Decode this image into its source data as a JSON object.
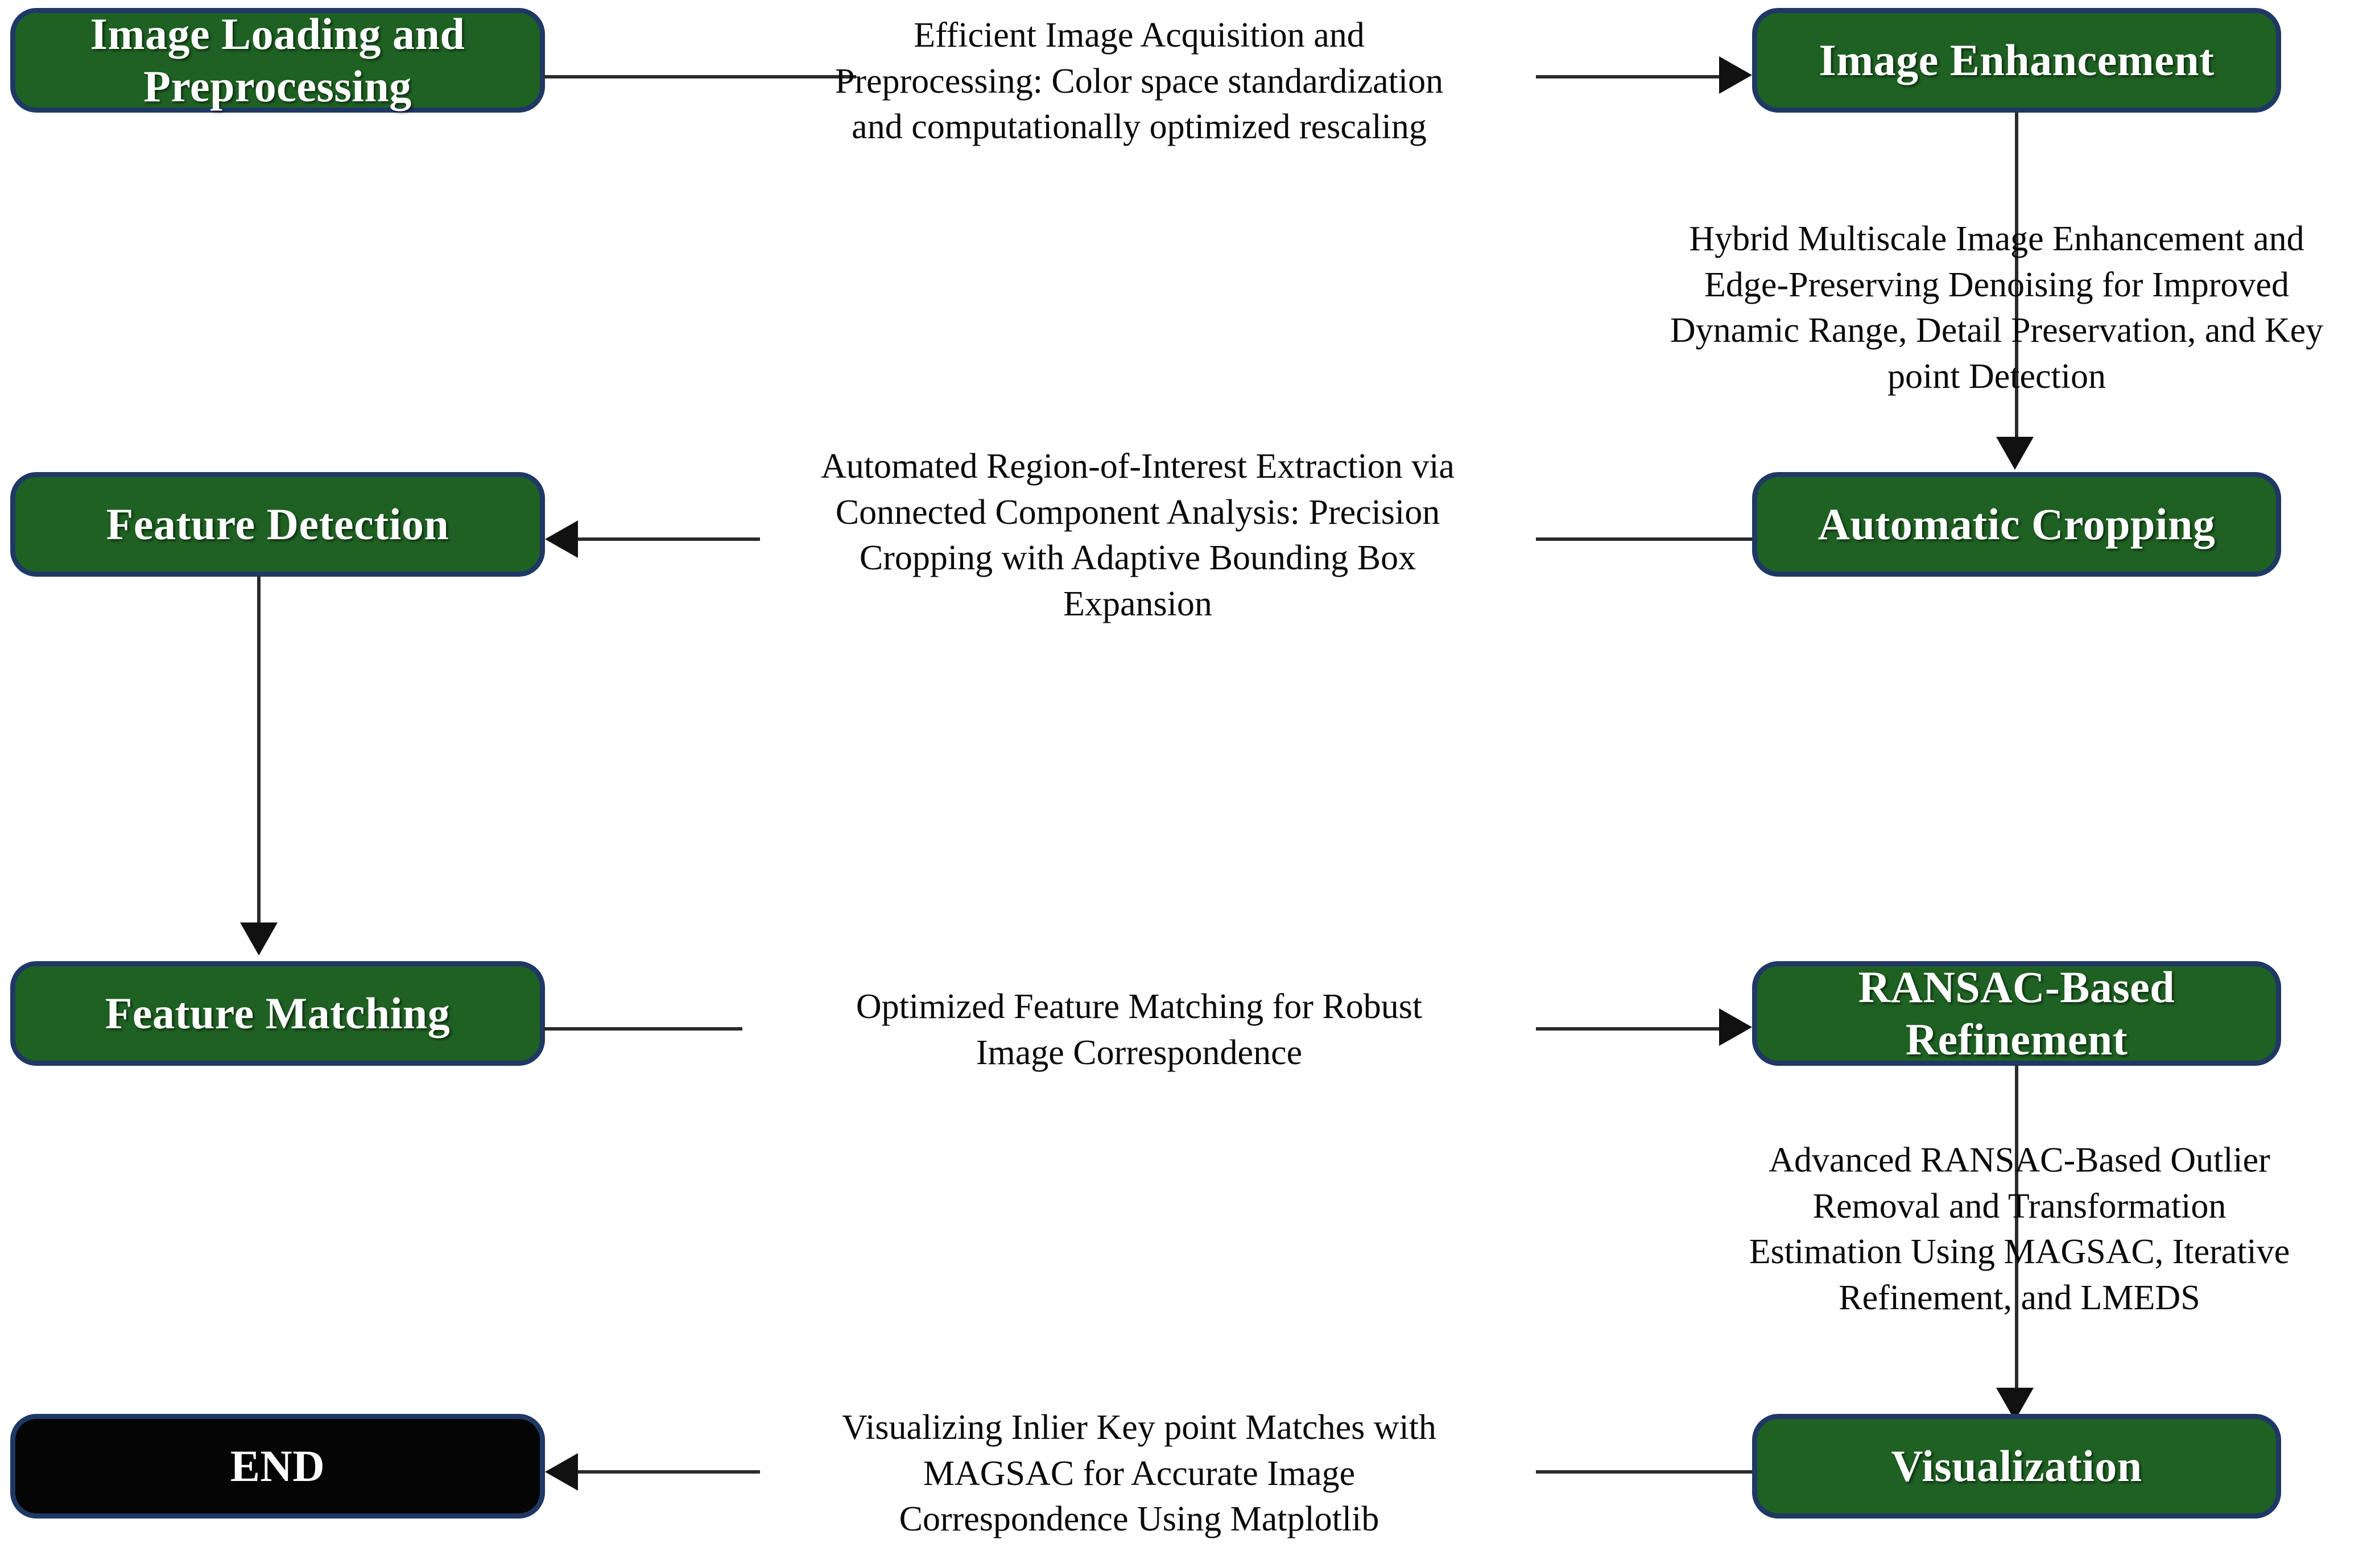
{
  "diagram": {
    "title": "Image Processing and Matching Pipeline Flowchart",
    "colors": {
      "node_fill_green": "#1F6123",
      "node_fill_black": "#050505",
      "node_border": "#1F3864",
      "node_text": "#FFFFFF",
      "caption_text": "#0A0A0A",
      "connector": "#2B2B2B",
      "background": "#FFFFFF"
    },
    "nodes": [
      {
        "id": "image-loading-and-preprocessing",
        "label": "Image Loading and\nPreprocessing",
        "style": "green"
      },
      {
        "id": "image-enhancement",
        "label": "Image Enhancement",
        "style": "green"
      },
      {
        "id": "feature-detection",
        "label": "Feature Detection",
        "style": "green"
      },
      {
        "id": "automatic-cropping",
        "label": "Automatic Cropping",
        "style": "green"
      },
      {
        "id": "feature-matching",
        "label": "Feature Matching",
        "style": "green"
      },
      {
        "id": "ransac-based-refinement",
        "label": "RANSAC-Based\nRefinement",
        "style": "green"
      },
      {
        "id": "end",
        "label": "END",
        "style": "black"
      },
      {
        "id": "visualization",
        "label": "Visualization",
        "style": "green"
      }
    ],
    "edges": [
      {
        "id": "edge-loading-to-enhancement",
        "from": "image-loading-and-preprocessing",
        "to": "image-enhancement",
        "direction": "right",
        "caption": "Efficient Image Acquisition and\nPreprocessing: Color space standardization\nand computationally optimized rescaling"
      },
      {
        "id": "edge-enhancement-to-cropping",
        "from": "image-enhancement",
        "to": "automatic-cropping",
        "direction": "down",
        "caption": "Hybrid Multiscale Image Enhancement and\nEdge-Preserving Denoising for Improved\nDynamic Range, Detail Preservation, and Key\npoint Detection"
      },
      {
        "id": "edge-cropping-to-detection",
        "from": "automatic-cropping",
        "to": "feature-detection",
        "direction": "left",
        "caption": "Automated Region-of-Interest Extraction via\nConnected Component Analysis: Precision\nCropping with Adaptive Bounding Box\nExpansion"
      },
      {
        "id": "edge-detection-to-matching",
        "from": "feature-detection",
        "to": "feature-matching",
        "direction": "down",
        "caption": ""
      },
      {
        "id": "edge-matching-to-ransac",
        "from": "feature-matching",
        "to": "ransac-based-refinement",
        "direction": "right",
        "caption": "Optimized Feature Matching for Robust\nImage Correspondence"
      },
      {
        "id": "edge-ransac-to-visualization",
        "from": "ransac-based-refinement",
        "to": "visualization",
        "direction": "down",
        "caption": "Advanced RANSAC-Based Outlier\nRemoval and Transformation\nEstimation Using MAGSAC, Iterative\nRefinement, and LMEDS"
      },
      {
        "id": "edge-visualization-to-end",
        "from": "visualization",
        "to": "end",
        "direction": "left",
        "caption": "Visualizing Inlier Key point Matches with\nMAGSAC for Accurate Image\nCorrespondence Using Matplotlib"
      }
    ]
  }
}
